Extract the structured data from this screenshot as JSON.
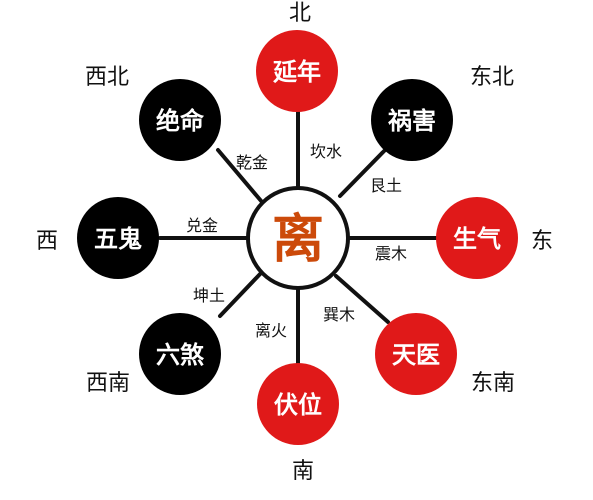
{
  "center": {
    "label": "离",
    "color": "#cc4a0a"
  },
  "directions": {
    "north": "北",
    "northeast": "东北",
    "east": "东",
    "southeast": "东南",
    "south": "南",
    "southwest": "西南",
    "west": "西",
    "northwest": "西北"
  },
  "stars": {
    "north": {
      "label": "延年",
      "color": "#e01919"
    },
    "northeast": {
      "label": "祸害",
      "color": "#000000"
    },
    "east": {
      "label": "生气",
      "color": "#e01919"
    },
    "southeast": {
      "label": "天医",
      "color": "#e01919"
    },
    "south": {
      "label": "伏位",
      "color": "#e01919"
    },
    "southwest": {
      "label": "六煞",
      "color": "#000000"
    },
    "west": {
      "label": "五鬼",
      "color": "#000000"
    },
    "northwest": {
      "label": "绝命",
      "color": "#000000"
    }
  },
  "trigrams": {
    "north": "坎水",
    "northeast": "艮土",
    "east": "震木",
    "southeast": "巽木",
    "south": "离火",
    "southwest": "坤土",
    "west": "兑金",
    "northwest": "乾金"
  }
}
